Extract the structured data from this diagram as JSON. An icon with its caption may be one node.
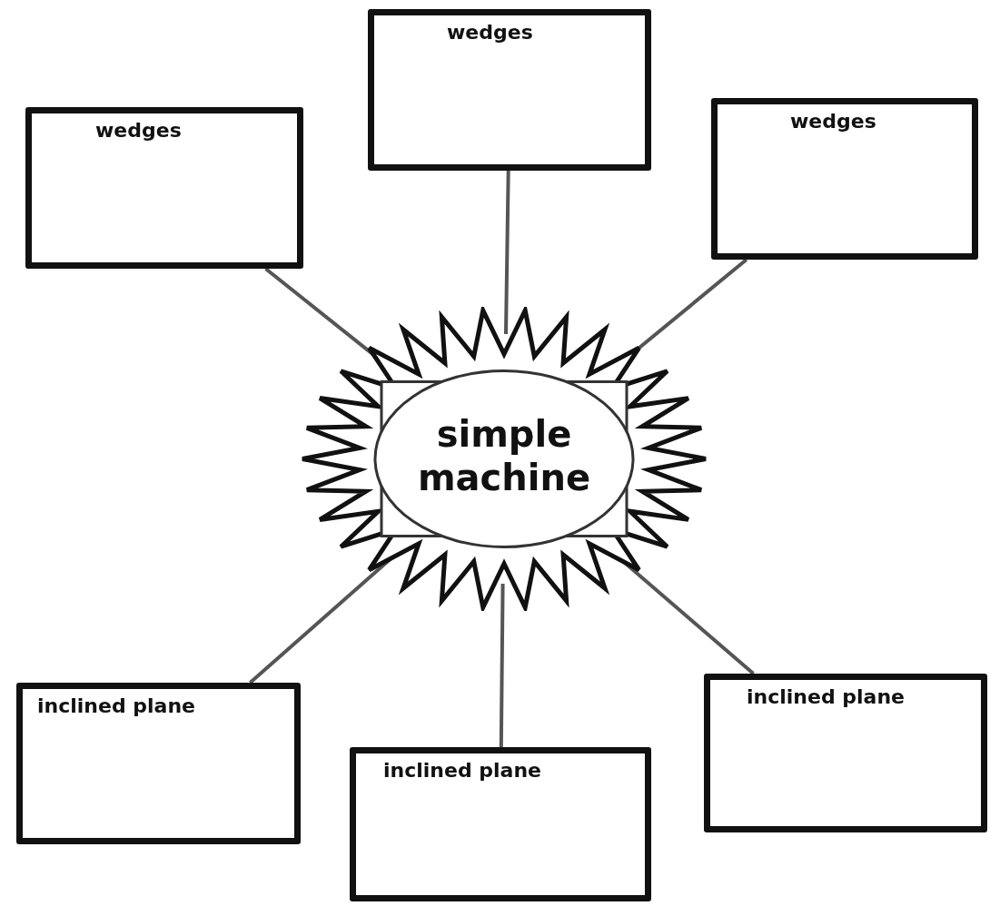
{
  "diagram": {
    "nodes": [
      {
        "text": [
          "wedges"
        ]
      },
      {
        "text": [
          "wedges"
        ]
      },
      {
        "text": [
          "wedges"
        ]
      },
      {
        "text": [
          "simple machine"
        ]
      },
      {
        "text": [
          "inclined plane"
        ]
      },
      {
        "text": [
          "inclined plane"
        ]
      },
      {
        "text": [
          "inclined plane"
        ]
      }
    ],
    "edges": [
      {
        "from": 3,
        "to": 0,
        "arrow": "none"
      },
      {
        "from": 3,
        "to": 1,
        "arrow": "none"
      },
      {
        "from": 3,
        "to": 2,
        "arrow": "none"
      },
      {
        "from": 3,
        "to": 4,
        "arrow": "none"
      },
      {
        "from": 3,
        "to": 5,
        "arrow": "none"
      },
      {
        "from": 3,
        "to": 6,
        "arrow": "none"
      }
    ]
  }
}
